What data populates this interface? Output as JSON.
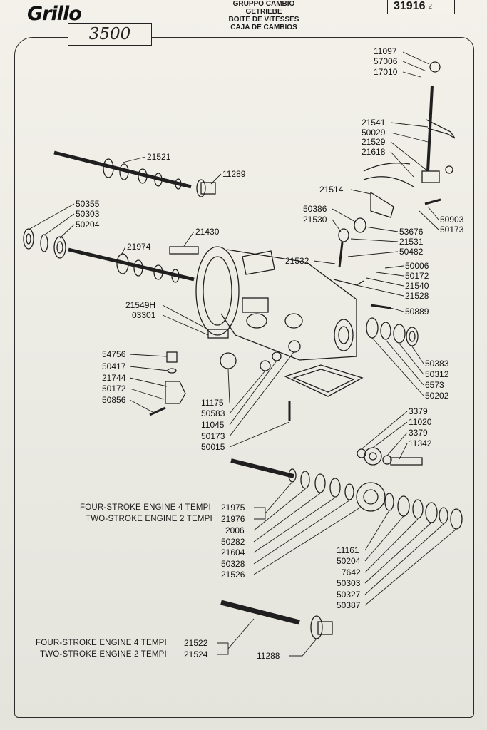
{
  "header": {
    "brand": "Grillo",
    "model": "3500",
    "titles": [
      "GRUPPO CAMBIO",
      "GETRIEBE",
      "BOITE DE VITESSES",
      "CAJA DE CAMBIOS"
    ],
    "doc_number": "31916",
    "doc_sheet": "2"
  },
  "parts": [
    {
      "id": "p11097",
      "num": "11097"
    },
    {
      "id": "p57006",
      "num": "57006"
    },
    {
      "id": "p17010",
      "num": "17010"
    },
    {
      "id": "p21541",
      "num": "21541"
    },
    {
      "id": "p50029",
      "num": "50029"
    },
    {
      "id": "p21529",
      "num": "21529"
    },
    {
      "id": "p21618",
      "num": "21618"
    },
    {
      "id": "p21514",
      "num": "21514"
    },
    {
      "id": "p50386",
      "num": "50386"
    },
    {
      "id": "p21530",
      "num": "21530"
    },
    {
      "id": "p50903",
      "num": "50903"
    },
    {
      "id": "p50173a",
      "num": "50173"
    },
    {
      "id": "p53676",
      "num": "53676"
    },
    {
      "id": "p21531",
      "num": "21531"
    },
    {
      "id": "p50482",
      "num": "50482"
    },
    {
      "id": "p21532",
      "num": "21532"
    },
    {
      "id": "p50006",
      "num": "50006"
    },
    {
      "id": "p50172a",
      "num": "50172"
    },
    {
      "id": "p21540",
      "num": "21540"
    },
    {
      "id": "p21528",
      "num": "21528"
    },
    {
      "id": "p50889",
      "num": "50889"
    },
    {
      "id": "p21521",
      "num": "21521"
    },
    {
      "id": "p11289",
      "num": "11289"
    },
    {
      "id": "p50355",
      "num": "50355"
    },
    {
      "id": "p50303a",
      "num": "50303"
    },
    {
      "id": "p50204a",
      "num": "50204"
    },
    {
      "id": "p21430",
      "num": "21430"
    },
    {
      "id": "p21974",
      "num": "21974"
    },
    {
      "id": "p21549H",
      "num": "21549H"
    },
    {
      "id": "p03301",
      "num": "03301"
    },
    {
      "id": "p54756",
      "num": "54756"
    },
    {
      "id": "p50417",
      "num": "50417"
    },
    {
      "id": "p21744",
      "num": "21744"
    },
    {
      "id": "p50172b",
      "num": "50172"
    },
    {
      "id": "p50856",
      "num": "50856"
    },
    {
      "id": "p11175",
      "num": "11175"
    },
    {
      "id": "p50583",
      "num": "50583"
    },
    {
      "id": "p11045",
      "num": "11045"
    },
    {
      "id": "p50173b",
      "num": "50173"
    },
    {
      "id": "p50015",
      "num": "50015"
    },
    {
      "id": "p50383",
      "num": "50383"
    },
    {
      "id": "p50312",
      "num": "50312"
    },
    {
      "id": "p6573",
      "num": "6573"
    },
    {
      "id": "p50202",
      "num": "50202"
    },
    {
      "id": "p3379a",
      "num": "3379"
    },
    {
      "id": "p11020",
      "num": "11020"
    },
    {
      "id": "p3379b",
      "num": "3379"
    },
    {
      "id": "p11342",
      "num": "11342"
    },
    {
      "id": "p21975",
      "num": "21975"
    },
    {
      "id": "p21976",
      "num": "21976"
    },
    {
      "id": "p2006",
      "num": "2006"
    },
    {
      "id": "p50282",
      "num": "50282"
    },
    {
      "id": "p21604",
      "num": "21604"
    },
    {
      "id": "p50328",
      "num": "50328"
    },
    {
      "id": "p21526",
      "num": "21526"
    },
    {
      "id": "p11161",
      "num": "11161"
    },
    {
      "id": "p50204b",
      "num": "50204"
    },
    {
      "id": "p7642",
      "num": "7642"
    },
    {
      "id": "p50303b",
      "num": "50303"
    },
    {
      "id": "p50327",
      "num": "50327"
    },
    {
      "id": "p50387",
      "num": "50387"
    },
    {
      "id": "p21522",
      "num": "21522"
    },
    {
      "id": "p21524",
      "num": "21524"
    },
    {
      "id": "p11288",
      "num": "11288"
    }
  ],
  "engine_notes": {
    "four_a": "FOUR-STROKE ENGINE 4 TEMPI",
    "two_a": "TWO-STROKE ENGINE 2 TEMPI",
    "four_b": "FOUR-STROKE ENGINE 4 TEMPI",
    "two_b": "TWO-STROKE ENGINE 2 TEMPI"
  }
}
